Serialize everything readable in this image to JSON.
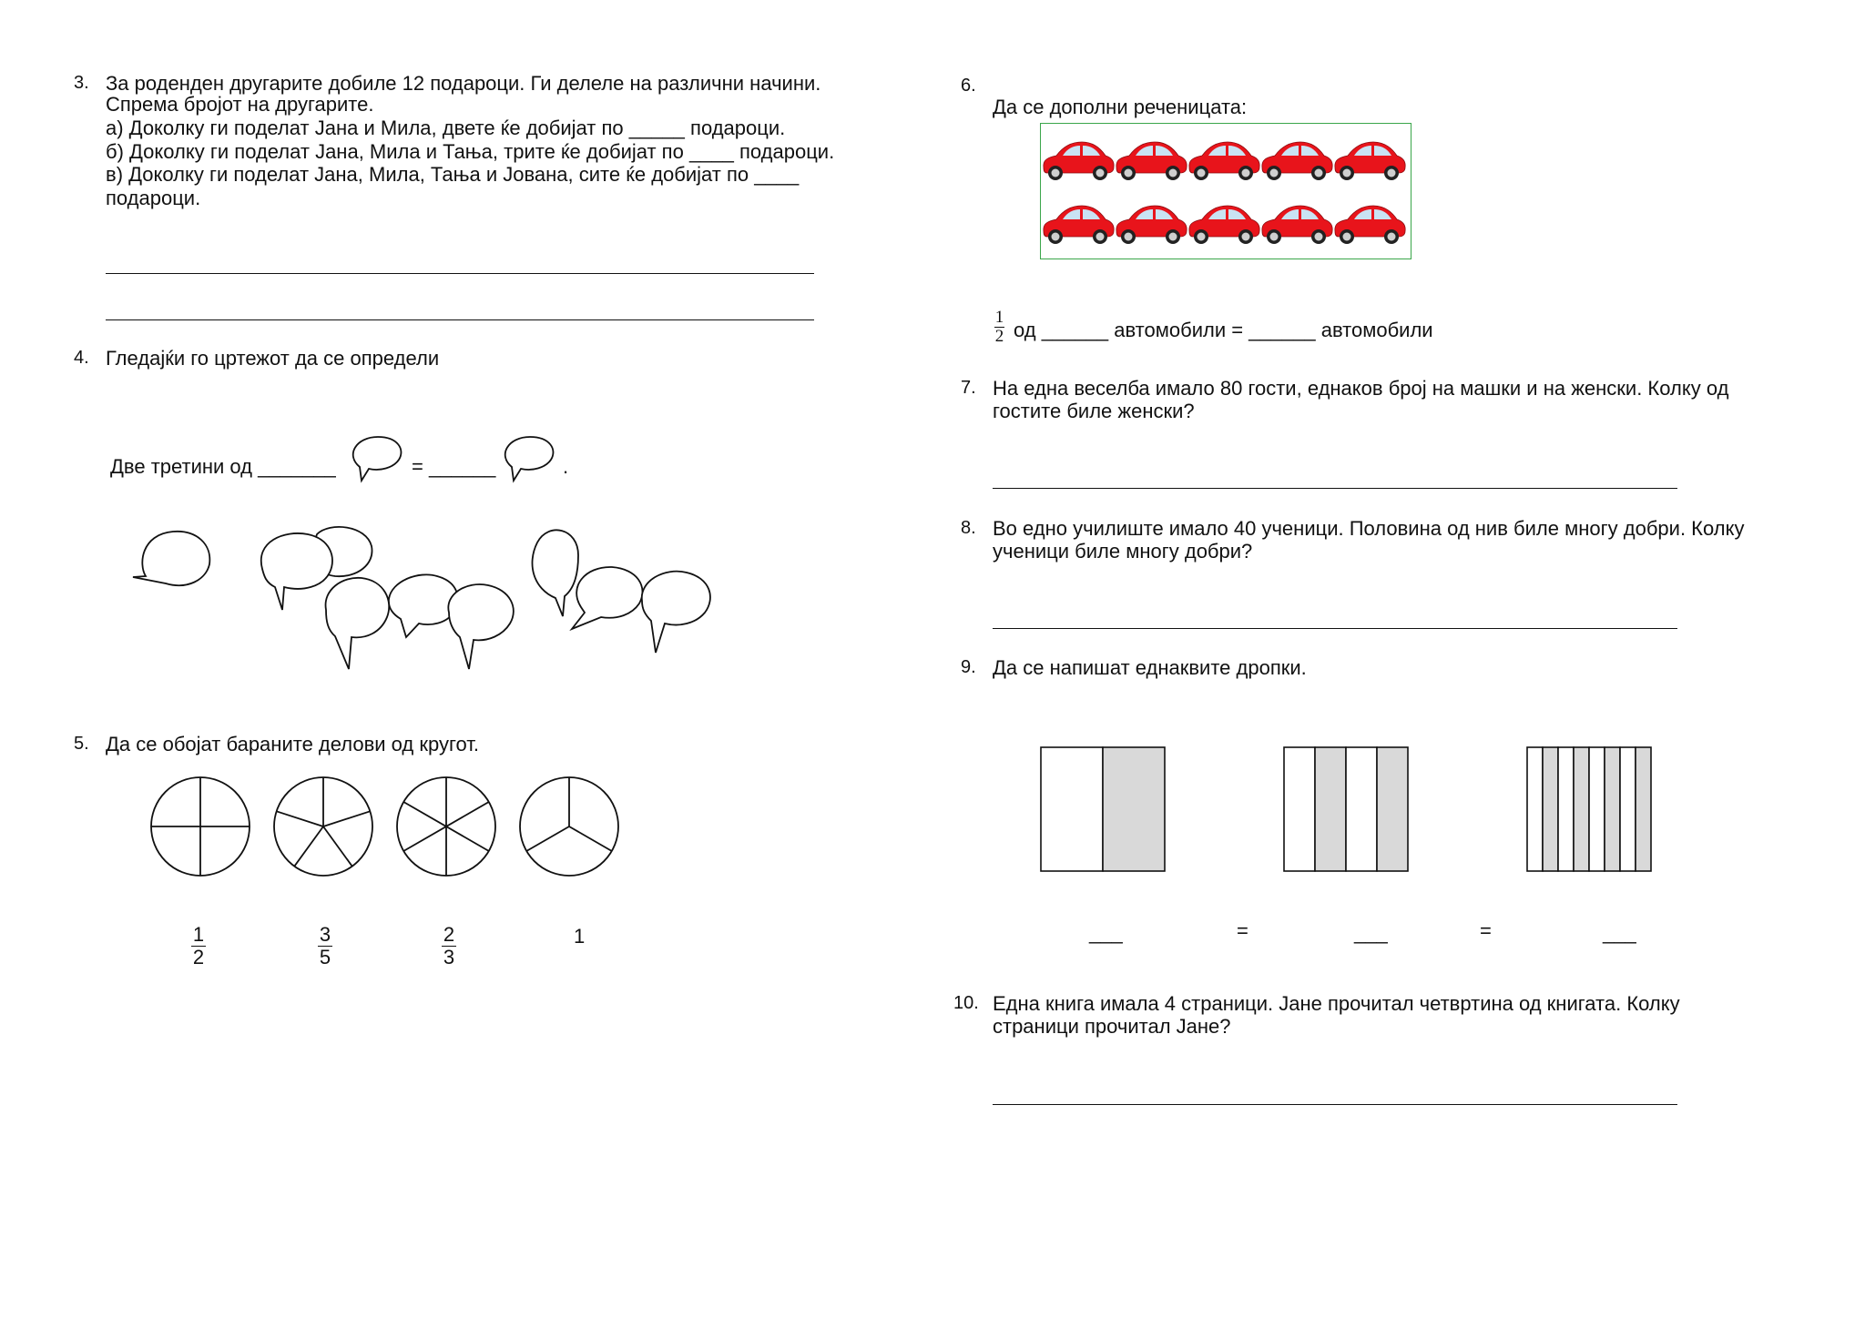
{
  "q3": {
    "number": "3.",
    "lines": [
      "За роденден другарите добиле  12 подароци. Ги делеле на различни начини.",
      "Спрема бројот на другарите.",
      "а) Доколку ги поделат Јана и Мила, двете ќе добијат по _____ подароци.",
      "б) Доколку ги поделат Јана, Мила и Тања, трите ќе добијат по ____ подароци.",
      "в) Доколку ги поделат Јана, Мила, Тања и Јована, сите ќе добијат по ____",
      "подароци."
    ]
  },
  "q4": {
    "number": "4.",
    "text": "Гледајќи го цртежот да се определи",
    "sentence_start": "Две третини од _______",
    "equals": "= ______",
    "period": "."
  },
  "q5": {
    "number": "5.",
    "text": "Да се обојат бараните делови од кругот.",
    "fractions": [
      {
        "num": "1",
        "den": "2"
      },
      {
        "num": "3",
        "den": "5"
      },
      {
        "num": "2",
        "den": "3"
      }
    ],
    "whole": "1"
  },
  "q6": {
    "number": "6.",
    "text": "Да се дополни реченицата:",
    "fraction": {
      "num": "1",
      "den": "2"
    },
    "sentence": "од ______ автомобили = ______ автомобили",
    "car_rows": 2,
    "cars_per_row": 5
  },
  "q7": {
    "number": "7.",
    "lines": [
      "На една веселба имало 80 гости, еднаков број на машки и на женски. Колку од",
      "гостите биле женски?"
    ]
  },
  "q8": {
    "number": "8.",
    "lines": [
      "Во едно училиште имало 40 ученици. Половина од нив биле многу добри. Колку",
      "ученици биле многу добри?"
    ]
  },
  "q9": {
    "number": "9.",
    "text": "Да се напишат еднаквите дропки.",
    "rects": [
      {
        "parts": 2,
        "shaded": [
          1
        ]
      },
      {
        "parts": 4,
        "shaded": [
          1,
          3
        ]
      },
      {
        "parts": 8,
        "shaded": [
          1,
          3,
          5,
          7
        ]
      }
    ],
    "blank": "___",
    "equals": "="
  },
  "q10": {
    "number": "10.",
    "lines": [
      "Една книга имала 4 страници. Јане прочитал четвртина од книгата. Колку",
      "страници прочитал Јане?"
    ]
  },
  "colors": {
    "car_red": "#e8141b",
    "frame_green": "#3aa64a",
    "shade": "#d9d9d9"
  }
}
